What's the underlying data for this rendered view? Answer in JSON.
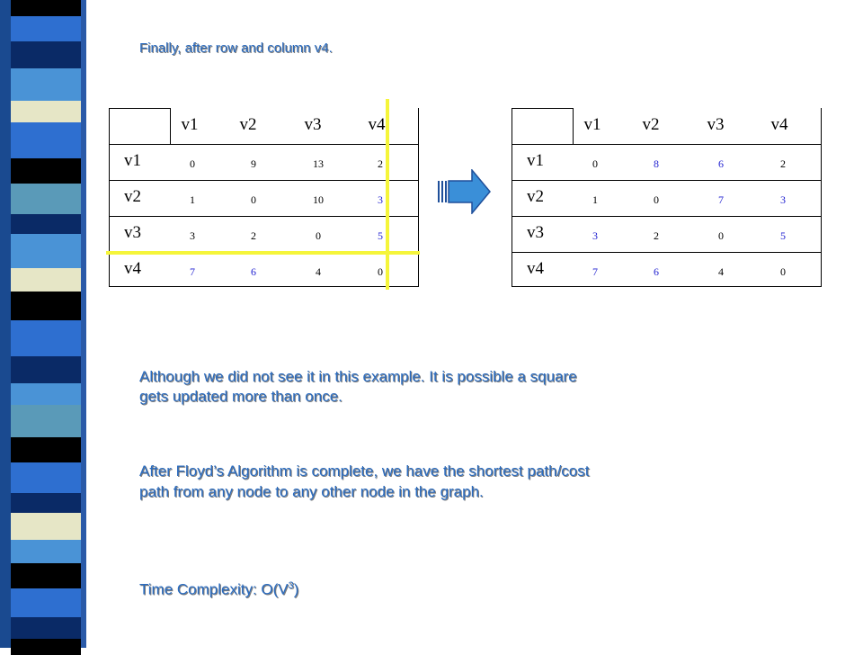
{
  "slide": {
    "title": "Finally, after row and column v4.",
    "paragraph1": "Although we did not see it in this example.  It is possible a square gets updated more than once.",
    "paragraph2": "After Floyd’s Algorithm is complete, we have the shortest path/cost path from any node to any other node in the graph.",
    "complexity_prefix": "Time Complexity:  O(V",
    "complexity_exp": "3",
    "complexity_suffix": ")"
  },
  "matrices": {
    "headers": [
      "v1",
      "v2",
      "v3",
      "v4"
    ],
    "row_labels": [
      "v1",
      "v2",
      "v3",
      "v4"
    ],
    "left_cells": [
      [
        "0",
        "9",
        "13",
        "2"
      ],
      [
        "1",
        "0",
        "10",
        "3"
      ],
      [
        "3",
        "2",
        "0",
        "5"
      ],
      [
        "7",
        "6",
        "4",
        "0"
      ]
    ],
    "left_colors": [
      [
        "",
        "",
        "",
        ""
      ],
      [
        "",
        "",
        "",
        "blue"
      ],
      [
        "",
        "",
        "",
        "blue"
      ],
      [
        "blue",
        "blue",
        "",
        ""
      ]
    ],
    "right_cells": [
      [
        "0",
        "8",
        "6",
        "2"
      ],
      [
        "1",
        "0",
        "7",
        "3"
      ],
      [
        "3",
        "2",
        "0",
        "5"
      ],
      [
        "7",
        "6",
        "4",
        "0"
      ]
    ],
    "right_colors": [
      [
        "",
        "blue",
        "blue",
        ""
      ],
      [
        "",
        "",
        "blue",
        "blue"
      ],
      [
        "blue",
        "",
        "",
        "blue"
      ],
      [
        "blue",
        "blue",
        "",
        ""
      ]
    ]
  },
  "theme": {
    "text_blue": "#2b6cc0",
    "cell_blue": "#1f1fd0",
    "highlight_yellow": "#f5f53a",
    "arrow_blue": "#3a8fd8",
    "stripe_colors": [
      "#2e6fd0",
      "#000000",
      "#4a93d6",
      "#e6e6c6",
      "#0a2a66",
      "#ffffff",
      "#5a9ab8"
    ]
  }
}
